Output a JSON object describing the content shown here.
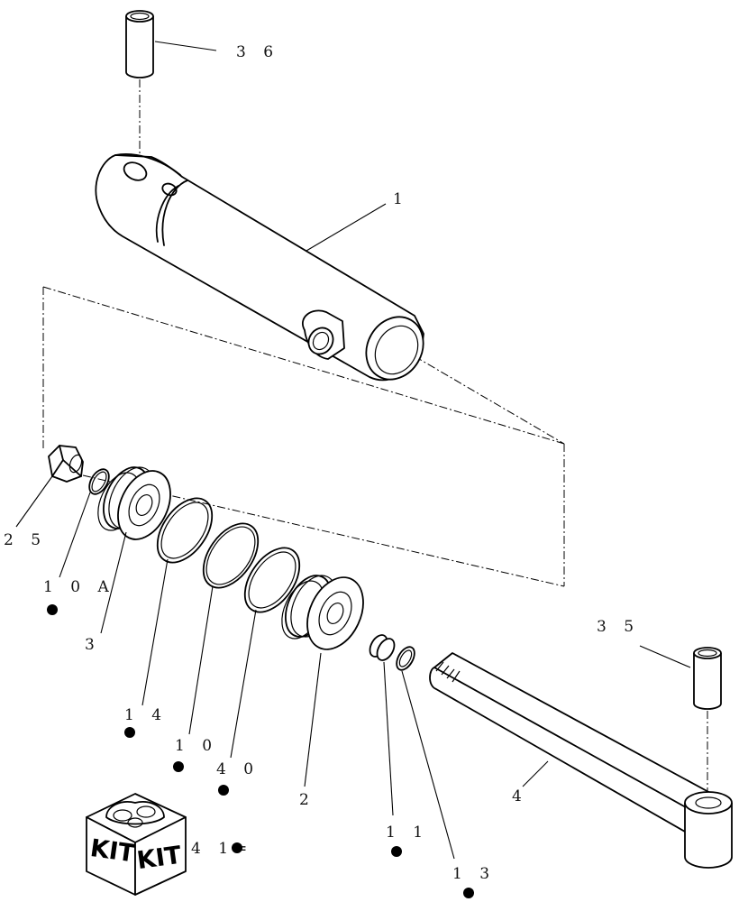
{
  "diagram": {
    "callouts": {
      "c36": "3 6",
      "c1": "1",
      "c25": "2 5",
      "c10a": "1 0 A",
      "c3": "3",
      "c14": "1 4",
      "c10": "1 0",
      "c40": "4 0",
      "c2": "2",
      "c11": "1 1",
      "c13": "1 3",
      "c4": "4",
      "c35": "3 5",
      "c41": "4 1="
    },
    "kit": {
      "label_left": "KIT",
      "label_right": "KIT"
    }
  }
}
